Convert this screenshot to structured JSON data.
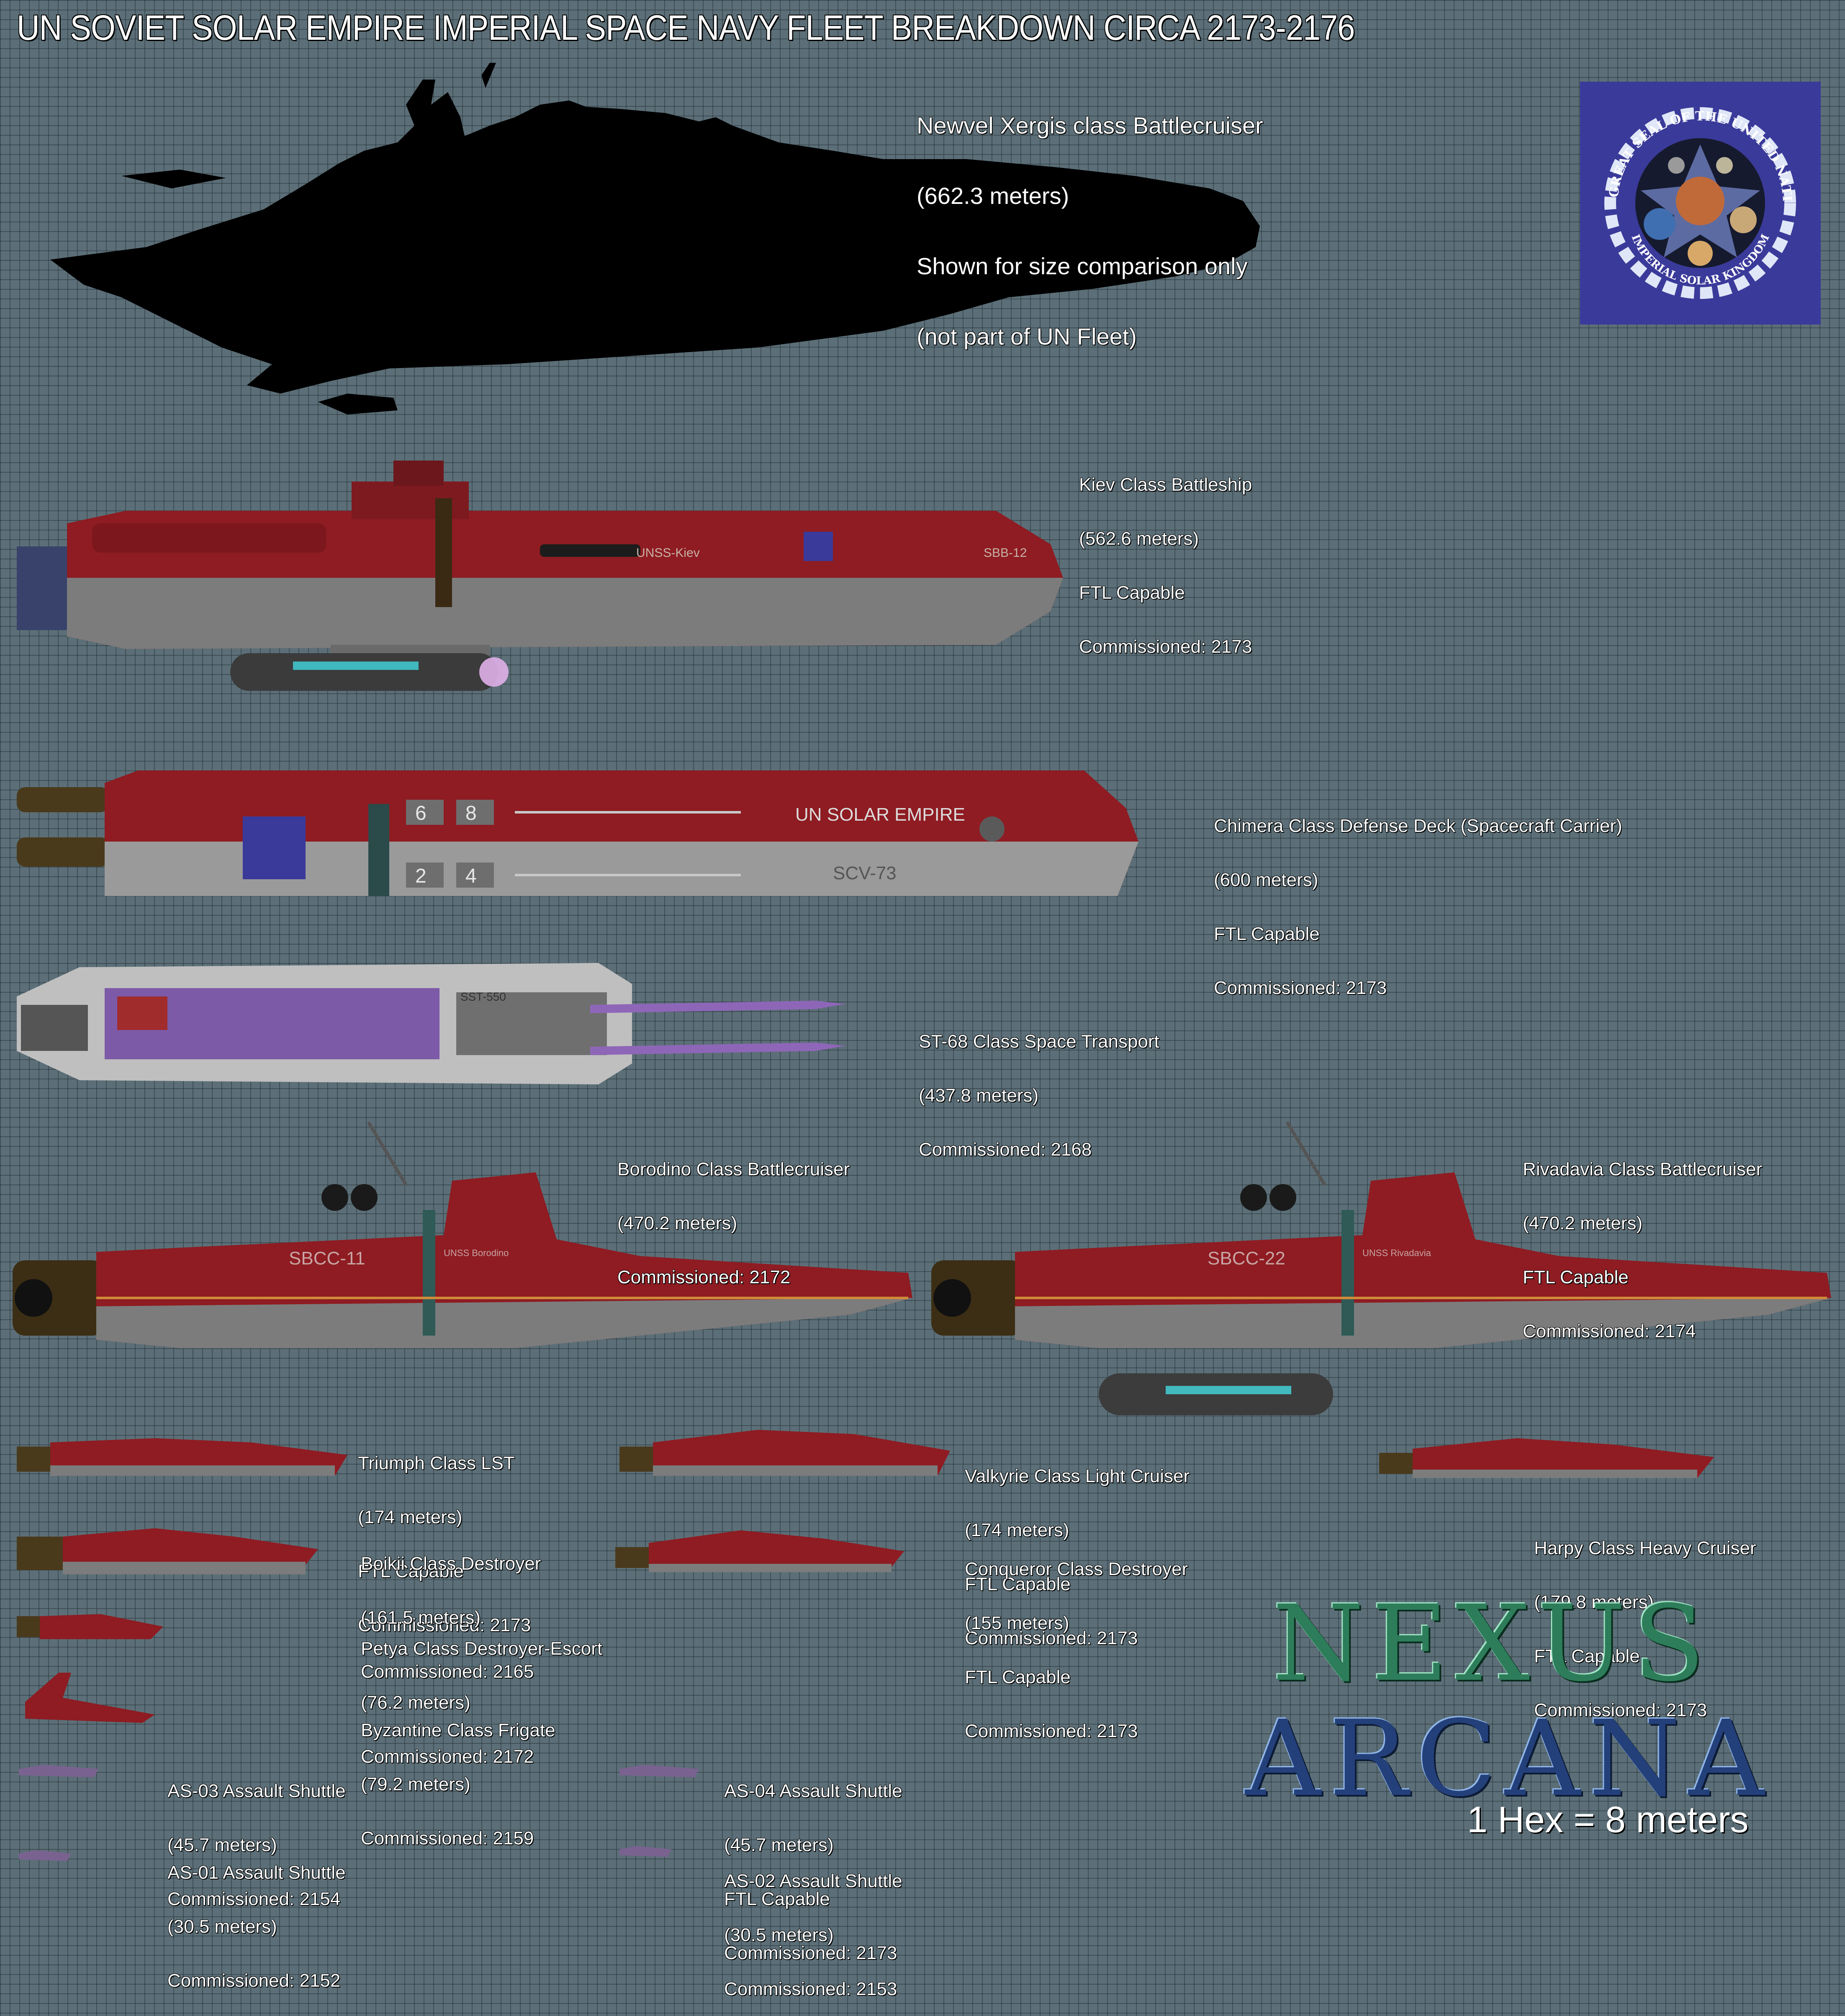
{
  "title": "UN SOVIET SOLAR EMPIRE IMPERIAL SPACE NAVY FLEET BREAKDOWN CIRCA 2173-2176",
  "seal": {
    "top_text": "THE GREAT SEAL OF THE UNITED NATIONS",
    "bottom_text": "IMPERIAL SOLAR KINGDOM"
  },
  "logo": {
    "line1": "NEXUS",
    "line2": "ARCANA"
  },
  "scale_note": "1 Hex = 8 meters",
  "ships": {
    "newvel": {
      "lines": [
        "Newvel Xergis class Battlecruiser",
        "(662.3 meters)",
        "Shown for size comparison only",
        "(not part of UN Fleet)"
      ]
    },
    "kiev": {
      "lines": [
        "Kiev Class Battleship",
        "(562.6 meters)",
        "FTL Capable",
        "Commissioned: 2173"
      ],
      "hull_name": "UNSS-Kiev",
      "hull_code": "SBB-12"
    },
    "chimera": {
      "lines": [
        "Chimera Class Defense Deck (Spacecraft Carrier)",
        "(600 meters)",
        "FTL Capable",
        "Commissioned: 2173"
      ],
      "hull_name": "UN SOLAR EMPIRE",
      "hull_code": "SCV-73",
      "deck_numbers": [
        "6",
        "8",
        "2",
        "4"
      ]
    },
    "st68": {
      "lines": [
        "ST-68 Class Space Transport",
        "(437.8 meters)",
        "Commissioned: 2168"
      ],
      "hull_code": "SST-550"
    },
    "borodino": {
      "lines": [
        "Borodino Class Battlecruiser",
        "(470.2 meters)",
        "Commissioned: 2172"
      ],
      "hull_code": "SBCC-11",
      "hull_name": "UNSS Borodino"
    },
    "rivadavia": {
      "lines": [
        "Rivadavia Class Battlecruiser",
        "(470.2 meters)",
        "FTL Capable",
        "Commissioned: 2174"
      ],
      "hull_code": "SBCC-22",
      "hull_name": "UNSS Rivadavia"
    },
    "triumph": {
      "lines": [
        "Triumph Class LST",
        "(174 meters)",
        "FTL Capable",
        "Commissioned: 2173"
      ]
    },
    "valkyrie": {
      "lines": [
        "Valkyrie Class Light Cruiser",
        "(174 meters)",
        "FTL Capable",
        "Commissioned: 2173"
      ]
    },
    "harpy": {
      "lines": [
        "Harpy Class Heavy Cruiser",
        "(179.8 meters)",
        "FTL Capable",
        "Commissioned: 2173"
      ]
    },
    "boikii": {
      "lines": [
        "Boikii Class Destroyer",
        "(161.5 meters)",
        "Commissioned: 2165"
      ]
    },
    "conqueror": {
      "lines": [
        "Conqueror Class Destroyer",
        "(155 meters)",
        "FTL Capable",
        "Commissioned: 2173"
      ]
    },
    "petya": {
      "lines": [
        "Petya Class Destroyer-Escort",
        "(76.2 meters)",
        "Commissioned: 2172"
      ]
    },
    "byzantine": {
      "lines": [
        "Byzantine Class Frigate",
        "(79.2 meters)",
        "Commissioned: 2159"
      ]
    },
    "as03": {
      "lines": [
        "AS-03 Assault Shuttle",
        "(45.7 meters)",
        "Commissioned: 2154"
      ]
    },
    "as04": {
      "lines": [
        "AS-04 Assault Shuttle",
        "(45.7 meters)",
        "FTL Capable",
        "Commissioned: 2173"
      ]
    },
    "as01": {
      "lines": [
        "AS-01 Assault Shuttle",
        "(30.5 meters)",
        "Commissioned: 2152"
      ]
    },
    "as02": {
      "lines": [
        "AS-02 Assault Shuttle",
        "(30.5 meters)",
        "Commissioned: 2153"
      ]
    }
  },
  "colors": {
    "hull_red": "#8e1c22",
    "hull_grey": "#7c7c7c",
    "background": "#5c6f78",
    "silhouette": "#000000"
  }
}
